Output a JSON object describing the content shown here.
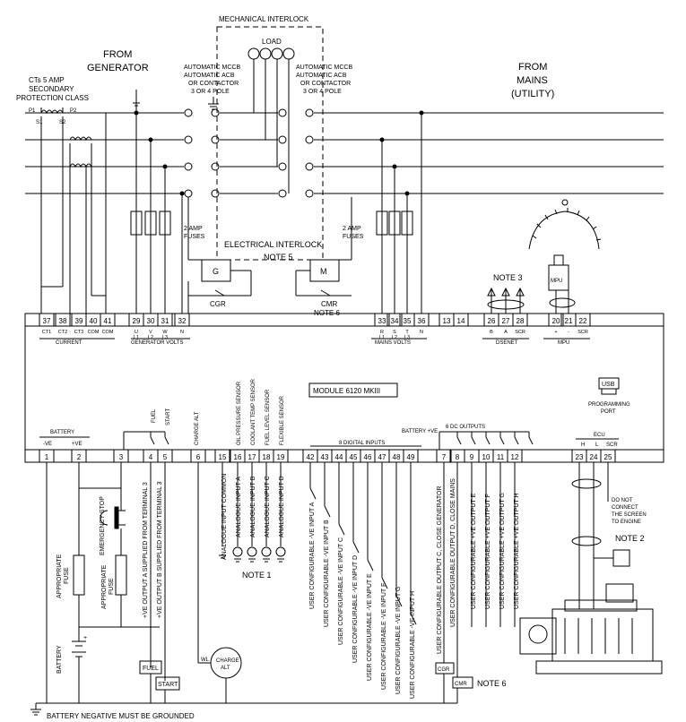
{
  "labels": {
    "mech_interlock": "MECHANICAL INTERLOCK",
    "load": "LOAD",
    "from_gen_1": "FROM",
    "from_gen_2": "GENERATOR",
    "from_mains_1": "FROM",
    "from_mains_2": "MAINS",
    "from_mains_3": "(UTILITY)",
    "cts_1": "CTs 5 AMP",
    "cts_2": "SECONDARY",
    "cts_3": "PROTECTION CLASS",
    "ct_p1": "P1",
    "ct_p2": "P2",
    "ct_s1": "S1",
    "ct_s2": "S2",
    "mccb_gen": [
      "AUTOMATIC MCCB",
      "AUTOMATIC ACB",
      "OR CONTACTOR",
      "3 OR 4 POLE"
    ],
    "mccb_mains": [
      "AUTOMATIC MCCB",
      "AUTOMATIC ACB",
      "OR CONTACTOR",
      "3 OR 4 POLE"
    ],
    "fuses_gen": [
      "2 AMP",
      "FUSES"
    ],
    "fuses_mains": [
      "2 AMP",
      "FUSES"
    ],
    "elec_interlock": "ELECTRICAL INTERLOCK",
    "note5": "NOTE 5",
    "coil_g": "G",
    "coil_m": "M",
    "cgr": "CGR",
    "cmr": "CMR",
    "note6": "NOTE 6",
    "note3": "NOTE 3",
    "mpu": "MPU",
    "module": "MODULE 6120 MKIII",
    "usb": "USB",
    "prog_port": [
      "PROGRAMMING",
      "PORT"
    ],
    "current": "CURRENT",
    "gen_volts": "GENERATOR VOLTS",
    "mains_volts": "MAINS VOLTS",
    "dsenet": "DSENET",
    "mpu_group": "MPU",
    "battery": "BATTERY",
    "neg_ve": "-VE",
    "pos_ve": "+VE",
    "fuel": "FUEL",
    "start": "START",
    "charge_alt": "CHARGE ALT",
    "digital_inputs": "8 DIGITAL INPUTS",
    "battery_pve": "BATTERY +VE",
    "dc_outputs": "6 DC OUTPUTS",
    "ecu": "ECU",
    "do_not": [
      "DO NOT",
      "CONNECT",
      "THE SCREEN",
      "TO ENGINE"
    ],
    "note2": "NOTE 2",
    "note1": "NOTE 1",
    "emergency_stop": "EMERGENCY STOP",
    "approp_fuse": [
      "APPROPRIATE",
      "FUSE"
    ],
    "battery_v": "BATTERY",
    "fuel_box": "FUEL",
    "start_box": "START",
    "wl": "WL",
    "charge_alt_box": [
      "CHARGE",
      "ALT"
    ],
    "cgr_box": "CGR",
    "cmr_box": "CMR",
    "note6_bottom": "NOTE 6",
    "bat_neg_ground": "BATTERY NEGATIVE MUST BE GROUNDED"
  },
  "top_terminals": [
    {
      "num": "37",
      "sub": "CT1"
    },
    {
      "num": "38",
      "sub": "CT2"
    },
    {
      "num": "39",
      "sub": "CT3"
    },
    {
      "num": "40",
      "sub": "COM"
    },
    {
      "num": "41",
      "sub": "COM"
    },
    {
      "num": "29",
      "sub": "U L1"
    },
    {
      "num": "30",
      "sub": "V L2"
    },
    {
      "num": "31",
      "sub": "W L3"
    },
    {
      "num": "32",
      "sub": "N"
    },
    {
      "num": "33",
      "sub": "R L1"
    },
    {
      "num": "34",
      "sub": "S L2"
    },
    {
      "num": "35",
      "sub": "T L3"
    },
    {
      "num": "36",
      "sub": "N"
    },
    {
      "num": "13",
      "sub": ""
    },
    {
      "num": "14",
      "sub": ""
    },
    {
      "num": "26",
      "sub": "B"
    },
    {
      "num": "27",
      "sub": "A"
    },
    {
      "num": "28",
      "sub": "SCR"
    },
    {
      "num": "20",
      "sub": "+"
    },
    {
      "num": "21",
      "sub": "-"
    },
    {
      "num": "22",
      "sub": "SCR"
    }
  ],
  "bottom_terminals": [
    {
      "num": "1",
      "sub": "-VE"
    },
    {
      "num": "2",
      "sub": "+VE"
    },
    {
      "num": "3",
      "sub": ""
    },
    {
      "num": "4",
      "sub": ""
    },
    {
      "num": "5",
      "sub": ""
    },
    {
      "num": "6",
      "sub": ""
    },
    {
      "num": "15"
    },
    {
      "num": "16"
    },
    {
      "num": "17"
    },
    {
      "num": "18"
    },
    {
      "num": "19"
    },
    {
      "num": "42"
    },
    {
      "num": "43"
    },
    {
      "num": "44"
    },
    {
      "num": "45"
    },
    {
      "num": "46"
    },
    {
      "num": "47"
    },
    {
      "num": "48"
    },
    {
      "num": "49"
    },
    {
      "num": "7"
    },
    {
      "num": "8"
    },
    {
      "num": "9"
    },
    {
      "num": "10"
    },
    {
      "num": "11"
    },
    {
      "num": "12"
    },
    {
      "num": "23",
      "sub": "H"
    },
    {
      "num": "24",
      "sub": "L"
    },
    {
      "num": "25",
      "sub": "SCR"
    }
  ],
  "top_sensor_labels": [
    "OIL PRESSURE SENSOR",
    "COOLANT TEMP SENSOR",
    "FUEL LEVEL SENSOR",
    "FLEXIBLE SENSOR"
  ],
  "terminal_descriptions": {
    "t4": "+VE OUTPUT A SUPPLIED FROM TERMINAL 3",
    "t5": "+VE OUTPUT B SUPPLIED FROM TERMINAL 3",
    "t15": "ANALOGUE INPUT COMMON",
    "t16": "ANALOGUE INPUT A",
    "t17": "ANALOGUE INPUT B",
    "t18": "ANALOGUE INPUT C",
    "t19": "ANALOGUE INPUT D",
    "t42": "USER CONFIGURABLE -VE INPUT A",
    "t43": "USER CONFIGURABLE -VE INPUT B",
    "t44": "USER CONFIGURABLE -VE INPUT C",
    "t45": "USER CONFIGURABLE -VE INPUT D",
    "t46": "USER CONFIGURABLE -VE INPUT E",
    "t47": "USER CONFIGURABLE -VE INPUT F",
    "t48": "USER CONFIGURABLE -VE INPUT G",
    "t49": "USER CONFIGURABLE -VE INPUT H",
    "t7": "USER CONFIGURABLE OUTPUT C, CLOSE GENERATOR",
    "t8": "USER CONFIGURABLE OUTPUT D, CLOSE MAINS",
    "t9": "USER CONFIGURABLE +VE OUTPUT E",
    "t10": "USER CONFIGURABLE +VE OUTPUT F",
    "t11": "USER CONFIGURABLE +VE OUTPUT G",
    "t12": "USER CONFIGURABLE +VE OUTPUT H"
  }
}
